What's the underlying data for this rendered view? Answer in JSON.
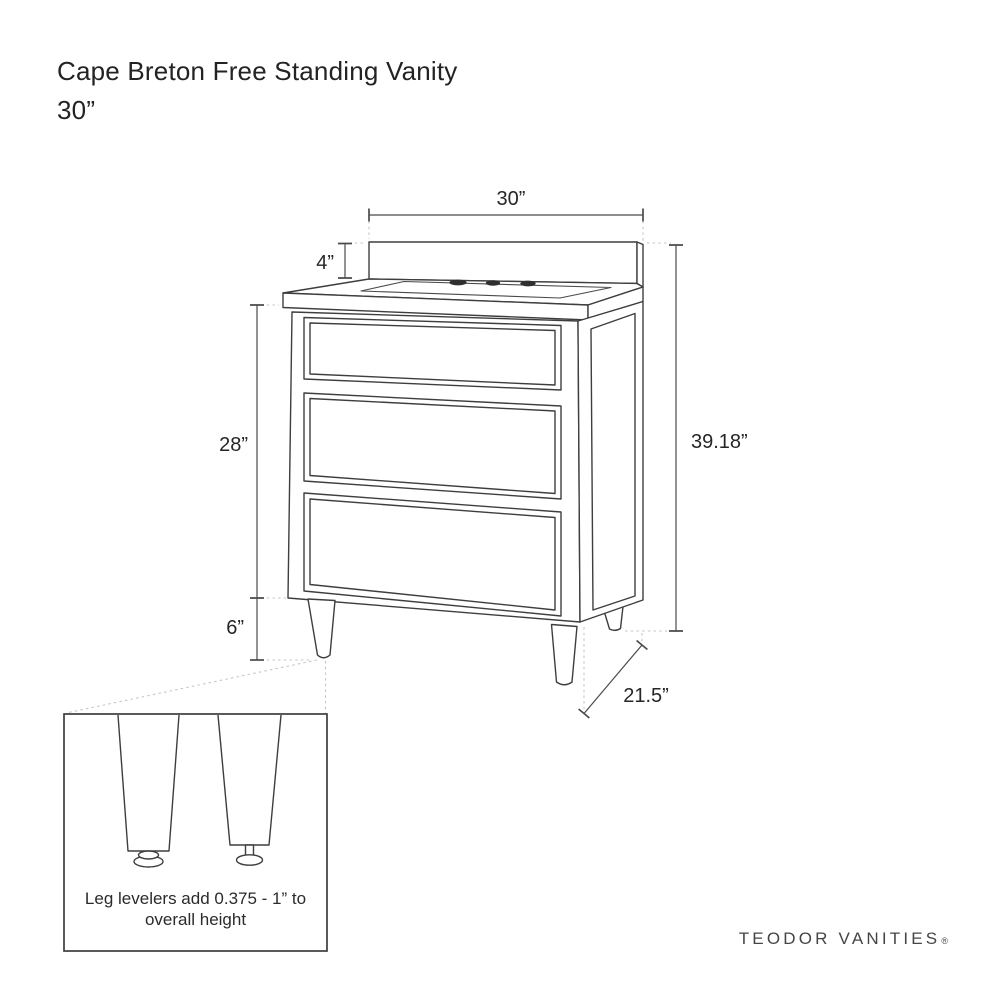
{
  "title": {
    "product": "Cape Breton Free Standing Vanity",
    "size": "30”"
  },
  "dimensions": {
    "top_width": "30”",
    "backsplash_height": "4”",
    "cabinet_height": "28”",
    "leg_height": "6”",
    "overall_height": "39.18”",
    "depth": "21.5”"
  },
  "inset_note": {
    "line1": "Leg levelers add 0.375 - 1” to",
    "line2": "overall height"
  },
  "brand": {
    "name": "TEODOR VANITIES",
    "registered_mark": "®"
  },
  "colors": {
    "line": "#3e3e3e",
    "dimension_line": "#4b4b4b",
    "dashed_line": "#c6c6c6",
    "text": "#262626",
    "background": "#ffffff"
  }
}
